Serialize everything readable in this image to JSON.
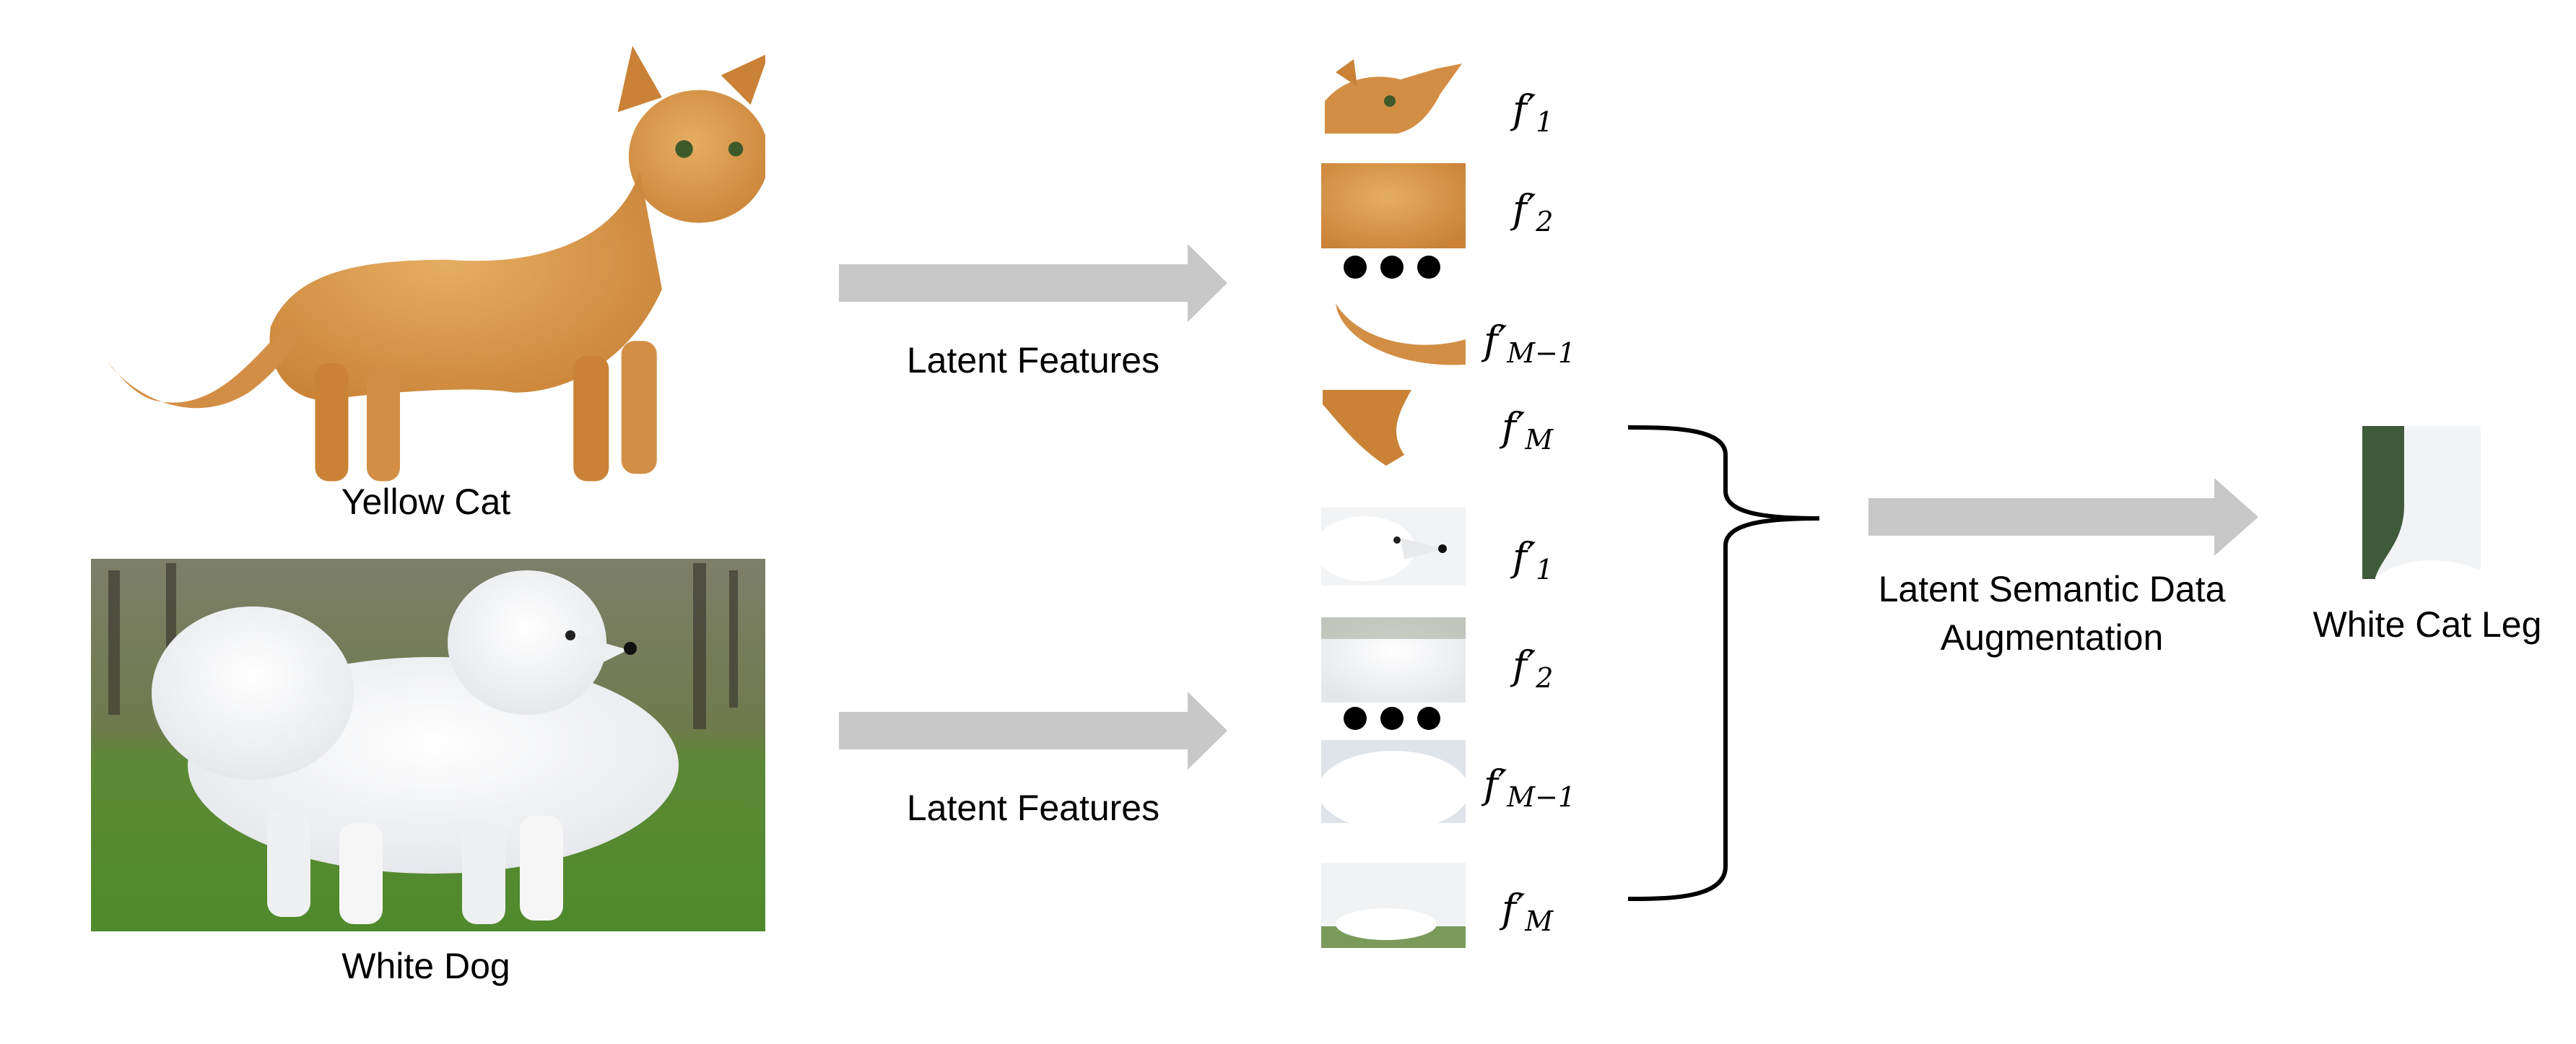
{
  "sources": {
    "cat": {
      "caption": "Yellow Cat",
      "illustration": "yellow-cat-photo"
    },
    "dog": {
      "caption": "White Dog",
      "illustration": "white-dog-photo"
    }
  },
  "arrows": {
    "cat_label": "Latent Features",
    "dog_label": "Latent Features",
    "augment_label_line1": "Latent Semantic Data",
    "augment_label_line2": "Augmentation"
  },
  "cat_features": [
    {
      "base": "f′",
      "sub": "1",
      "patch": "cat-head"
    },
    {
      "base": "f′",
      "sub": "2",
      "patch": "cat-fur"
    },
    {
      "base": "f′",
      "sub": "M−1",
      "patch": "cat-tail"
    },
    {
      "base": "f′",
      "sub": "M",
      "patch": "cat-leg"
    }
  ],
  "dog_features": [
    {
      "base": "f′",
      "sub": "1",
      "patch": "dog-head"
    },
    {
      "base": "f′",
      "sub": "2",
      "patch": "dog-fur"
    },
    {
      "base": "f′",
      "sub": "M−1",
      "patch": "dog-body"
    },
    {
      "base": "f′",
      "sub": "M",
      "patch": "dog-paw"
    }
  ],
  "result": {
    "caption": "White Cat Leg",
    "patch": "white-cat-leg"
  },
  "colors": {
    "arrow": "#c8c8c8",
    "cat_fur": "#d9994f",
    "dog_fur": "#f4f4f4",
    "grass": "#5f8f3a",
    "line": "#000000"
  }
}
